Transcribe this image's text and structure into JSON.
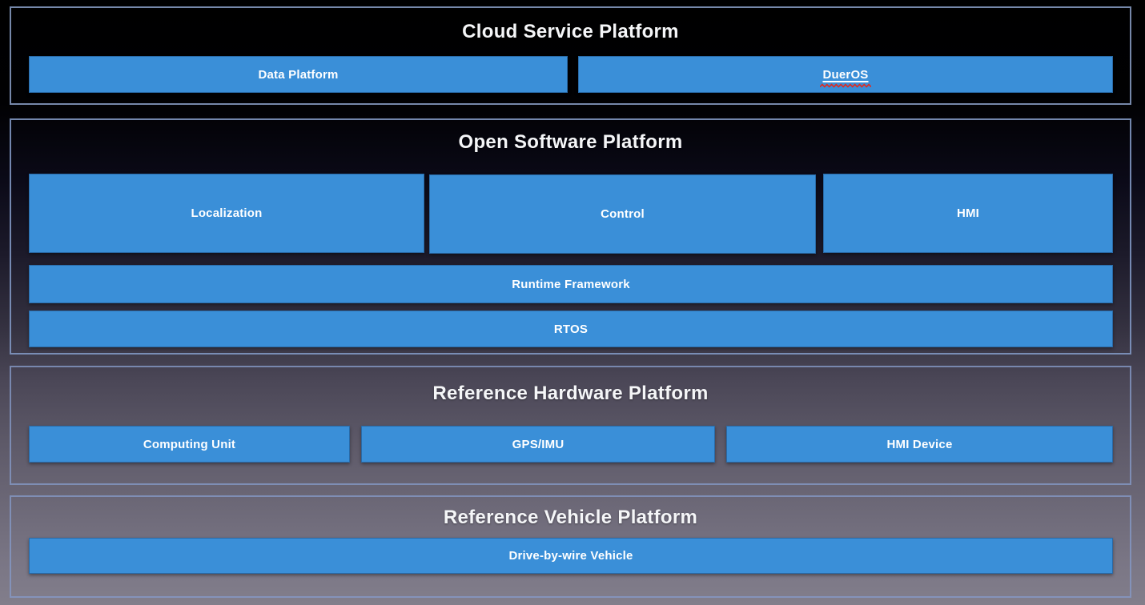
{
  "diagram": {
    "kind": "layered-architecture",
    "sections": [
      {
        "title": "Cloud Service Platform",
        "boxes": [
          {
            "label": "Data Platform"
          },
          {
            "label": "DuerOS",
            "decoration": "red-wavy-spellcheck-underline"
          }
        ]
      },
      {
        "title": "Open Software Platform",
        "boxes": [
          {
            "label": "Localization"
          },
          {
            "label": "Control"
          },
          {
            "label": "HMI"
          },
          {
            "label": "Runtime Framework"
          },
          {
            "label": "RTOS"
          }
        ]
      },
      {
        "title": "Reference Hardware Platform",
        "boxes": [
          {
            "label": "Computing Unit"
          },
          {
            "label": "GPS/IMU"
          },
          {
            "label": "HMI Device"
          }
        ]
      },
      {
        "title": "Reference Vehicle Platform",
        "boxes": [
          {
            "label": "Drive-by-wire Vehicle"
          }
        ]
      }
    ]
  },
  "colors": {
    "box_fill": "#3a8fd8",
    "section_border": "#8ba0c8",
    "label_text": "#ffffff",
    "title_text": "#f5f6f8",
    "spellcheck_squiggle": "#e02b20",
    "background_top": "#000000",
    "background_bottom": "#827e8b"
  }
}
